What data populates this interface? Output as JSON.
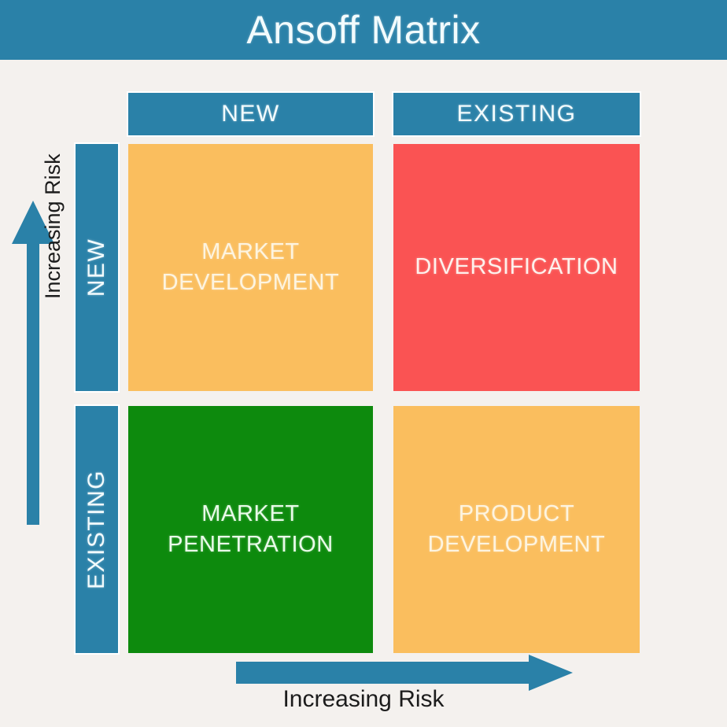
{
  "header": {
    "title": "Ansoff Matrix",
    "background_color": "#2a81a8",
    "text_color": "#f2fbfd"
  },
  "page": {
    "background_color": "#f4f1ee"
  },
  "matrix": {
    "column_headers": [
      {
        "label": "NEW",
        "position": "left"
      },
      {
        "label": "EXISTING",
        "position": "right"
      }
    ],
    "row_headers": [
      {
        "label": "NEW",
        "position": "top"
      },
      {
        "label": "EXISTING",
        "position": "bottom"
      }
    ],
    "header_color": "#2a81a8",
    "cells": [
      {
        "id": "market-development",
        "label": "MARKET\nDEVELOPMENT",
        "line1": "MARKET",
        "line2": "DEVELOPMENT",
        "row": "NEW",
        "column": "NEW",
        "color": "#fabe5e"
      },
      {
        "id": "diversification",
        "label": "DIVERSIFICATION",
        "line1": "DIVERSIFICATION",
        "line2": "",
        "row": "NEW",
        "column": "EXISTING",
        "color": "#fa5353"
      },
      {
        "id": "market-penetration",
        "label": "MARKET\nPENETRATION",
        "line1": "MARKET",
        "line2": "PENETRATION",
        "row": "EXISTING",
        "column": "NEW",
        "color": "#0d8a0d"
      },
      {
        "id": "product-development",
        "label": "PRODUCT\nDEVELOPMENT",
        "line1": "PRODUCT",
        "line2": "DEVELOPMENT",
        "row": "EXISTING",
        "column": "EXISTING",
        "color": "#fabe5e"
      }
    ]
  },
  "axes": {
    "vertical": {
      "label": "Increasing Risk",
      "direction": "up",
      "arrow_color": "#2a81a8",
      "text_color": "#1c1c1c"
    },
    "horizontal": {
      "label": "Increasing Risk",
      "direction": "right",
      "arrow_color": "#2a81a8",
      "text_color": "#1c1c1c"
    }
  }
}
